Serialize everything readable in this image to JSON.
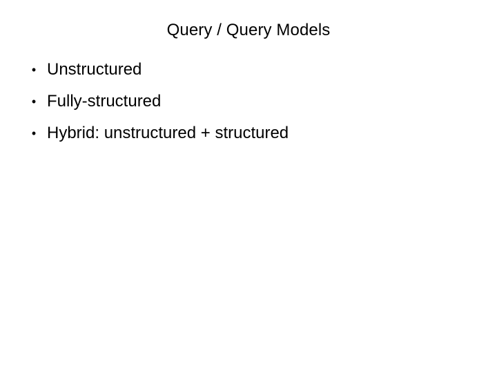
{
  "slide": {
    "title": "Query / Query Models",
    "background_color": "#FFFFFF",
    "text_color": "#000000",
    "bullet_glyph": "•",
    "bullets": [
      {
        "label": "Unstructured"
      },
      {
        "label": "Fully-structured"
      },
      {
        "label": "Hybrid: unstructured + structured"
      }
    ]
  }
}
